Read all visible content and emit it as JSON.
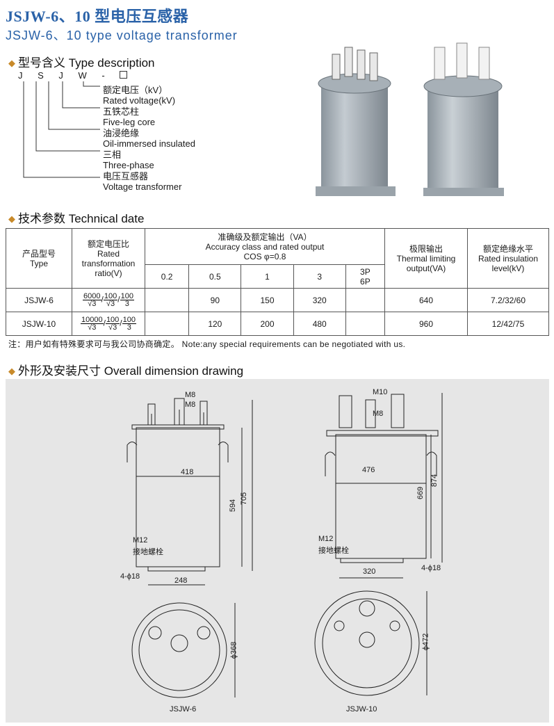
{
  "header": {
    "title_cn": "JSJW-6、10 型电压互感器",
    "title_en": "JSJW-6、10 type voltage transformer"
  },
  "type_description": {
    "heading": "型号含义 Type description",
    "code": "JSJW-□",
    "items": [
      {
        "cn": "额定电压（kV）",
        "en": "Rated voltage(kV)"
      },
      {
        "cn": "五铁芯柱",
        "en": "Five-leg core"
      },
      {
        "cn": "油浸绝缘",
        "en": "Oil-immersed insulated"
      },
      {
        "cn": "三相",
        "en": "Three-phase"
      },
      {
        "cn": "电压互感器",
        "en": "Voltage transformer"
      }
    ]
  },
  "technical": {
    "heading": "技术参数 Technical date",
    "col_type_cn": "产品型号",
    "col_type_en": "Type",
    "col_ratio_cn": "额定电压比",
    "col_ratio_en": "Rated transformation ratio(V)",
    "col_accuracy_cn": "准确级及额定输出（VA）",
    "col_accuracy_en": "Accuracy class and rated output",
    "col_accuracy_cos": "COS φ=0.8",
    "classes": [
      "0.2",
      "0.5",
      "1",
      "3",
      "3P\n6P"
    ],
    "col_thermal_cn": "极限输出",
    "col_thermal_en": "Thermal limiting output(VA)",
    "col_insul_cn": "额定绝缘水平",
    "col_insul_en": "Rated insulation level(kV)",
    "rows": [
      {
        "type": "JSJW-6",
        "r1": "6000",
        "r2": "100",
        "r3": "100",
        "d1": "√3",
        "d2": "√3",
        "d3": "3",
        "c02": "",
        "c05": "90",
        "c1": "150",
        "c3": "320",
        "c3p": "",
        "thermal": "640",
        "insul": "7.2/32/60"
      },
      {
        "type": "JSJW-10",
        "r1": "10000",
        "r2": "100",
        "r3": "100",
        "d1": "√3",
        "d2": "√3",
        "d3": "3",
        "c02": "",
        "c05": "120",
        "c1": "200",
        "c3": "480",
        "c3p": "",
        "thermal": "960",
        "insul": "12/42/75"
      }
    ]
  },
  "note": "注：用户如有特殊要求可与我公司协商确定。 Note:any special requirements can be negotiated with us.",
  "drawing": {
    "heading": "外形及安装尺寸 Overall dimension drawing",
    "left": {
      "m8a": "M8",
      "m8b": "M8",
      "w": "418",
      "h1": "594",
      "h2": "705",
      "m12": "M12",
      "ground": "接地螺栓",
      "phi": "4-ϕ18",
      "base": "248",
      "dia": "ϕ368",
      "name": "JSJW-6"
    },
    "right": {
      "m10": "M10",
      "m8": "M8",
      "w": "476",
      "h1": "669",
      "h2": "874",
      "m12": "M12",
      "ground": "接地螺栓",
      "phi": "4-ϕ18",
      "base": "320",
      "dia": "ϕ472",
      "name": "JSJW-10"
    }
  }
}
